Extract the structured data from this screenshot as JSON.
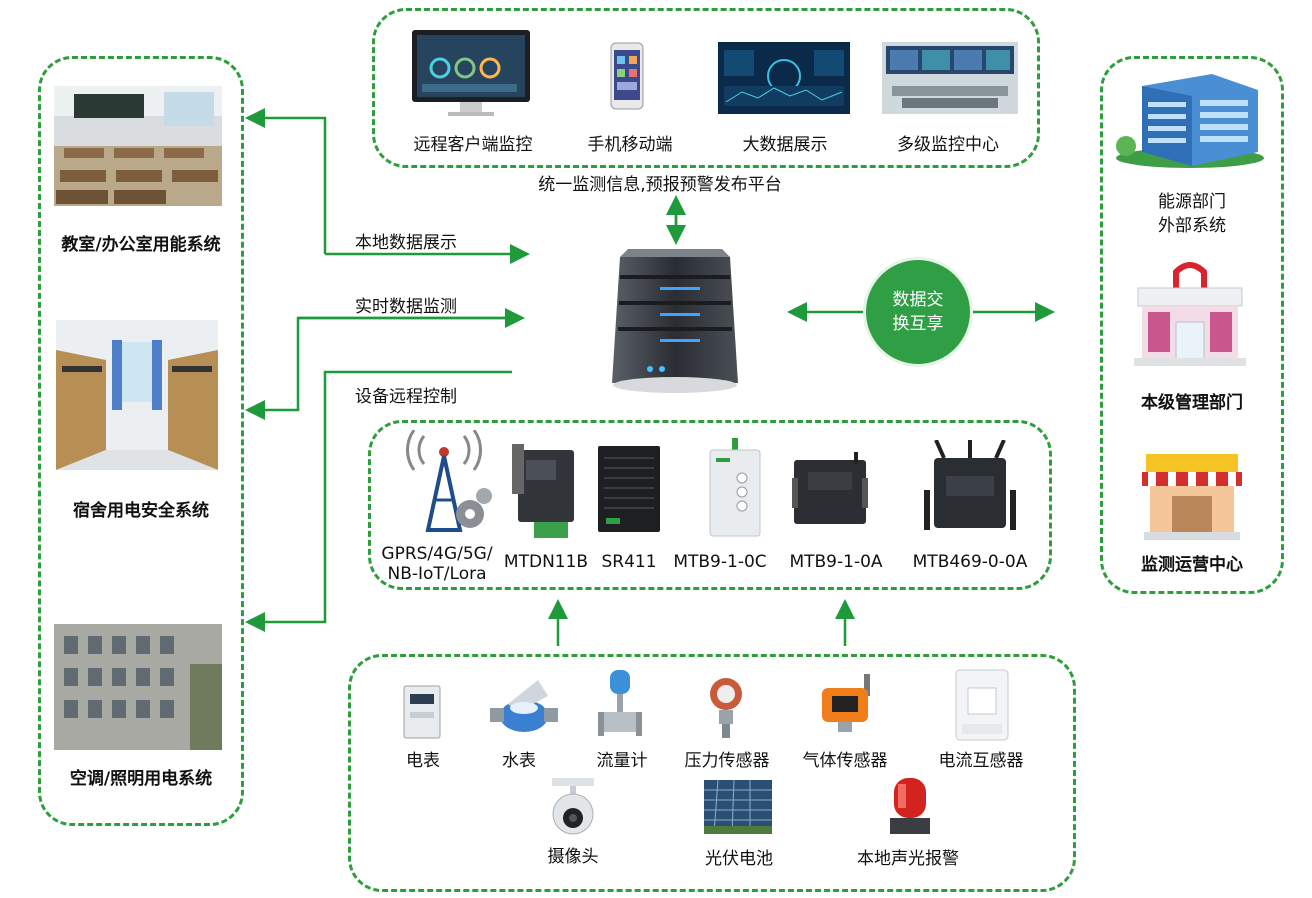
{
  "top_platform": {
    "items": [
      "远程客户端监控",
      "手机移动端",
      "大数据展示",
      "多级监控中心"
    ],
    "caption": "统一监测信息,预报预警发布平台"
  },
  "left_systems": [
    {
      "label": "教室/办公室用能系统"
    },
    {
      "label": "宿舍用电安全系统"
    },
    {
      "label": "空调/照明用电系统"
    }
  ],
  "connectors": {
    "local_display": "本地数据展示",
    "realtime": "实时数据监测",
    "remote_control": "设备远程控制",
    "exchange_line1": "数据交",
    "exchange_line2": "换互享"
  },
  "gateways": {
    "wireless_line1": "GPRS/4G/5G/",
    "wireless_line2": "NB-IoT/Lora",
    "models": [
      "MTDN11B",
      "SR411",
      "MTB9-1-0C",
      "MTB9-1-0A",
      "MTB469-0-0A"
    ]
  },
  "sensors": {
    "row1": [
      "电表",
      "水表",
      "流量计",
      "压力传感器",
      "气体传感器",
      "电流互感器"
    ],
    "row2": [
      "摄像头",
      "光伏电池",
      "本地声光报警"
    ]
  },
  "right_departments": [
    {
      "line1": "能源部门",
      "line2": "外部系统"
    },
    {
      "line1": "本级管理部门"
    },
    {
      "line1": "监测运营中心"
    }
  ],
  "colors": {
    "accent": "#2e9e3d",
    "arrow": "#1f9a3a"
  }
}
